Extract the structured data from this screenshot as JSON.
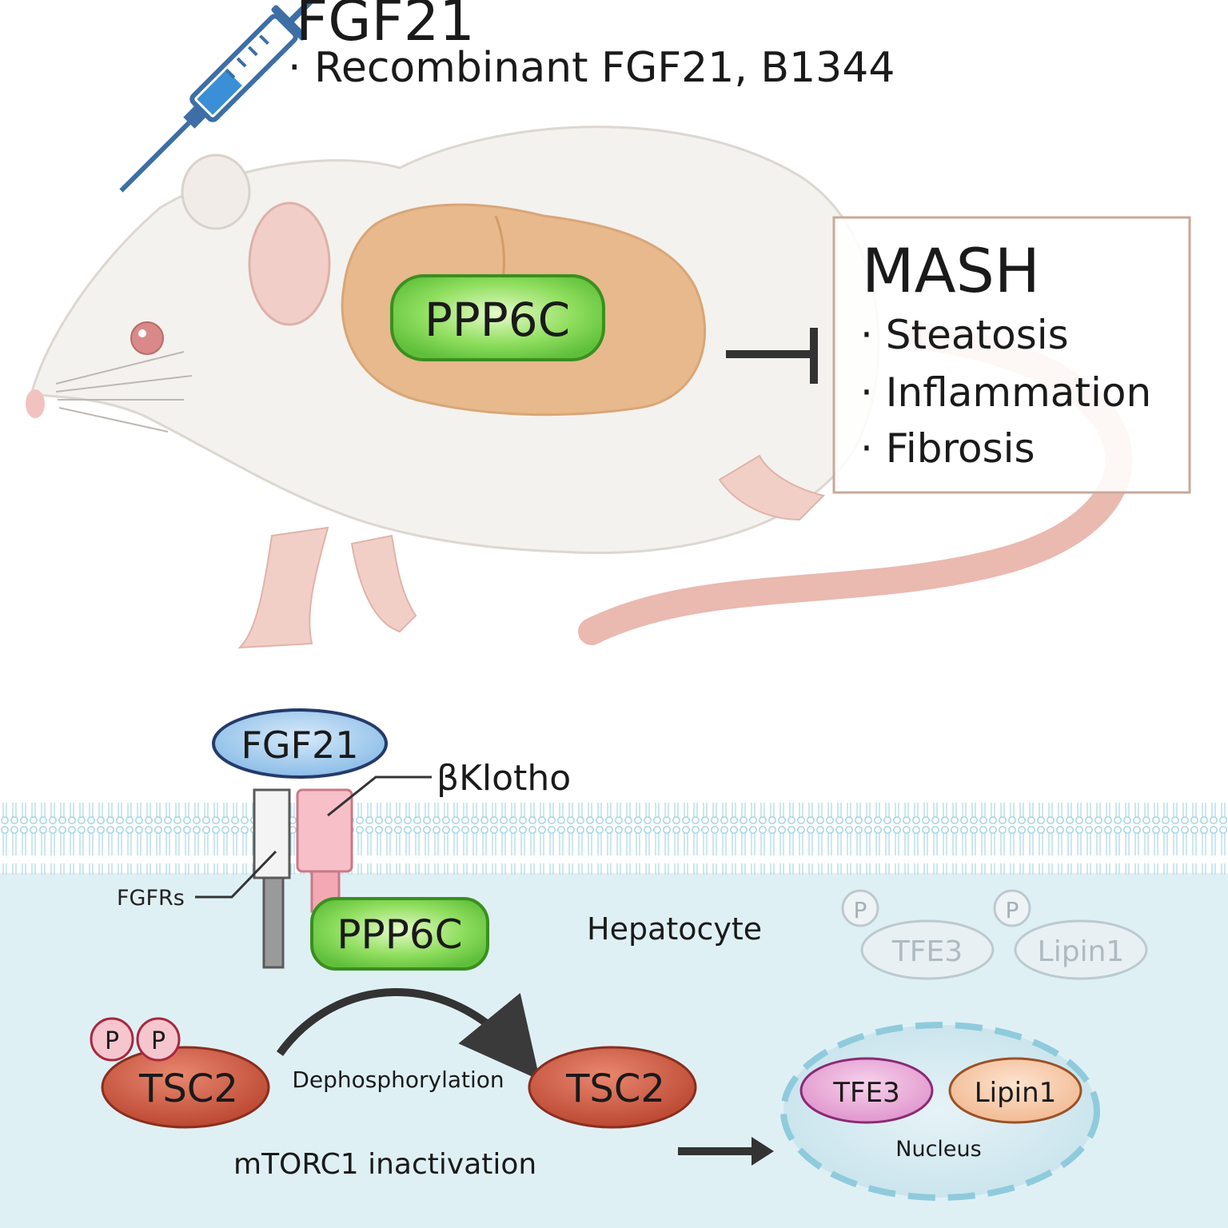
{
  "top": {
    "title": "FGF21",
    "subtitle": "· Recombinant FGF21, B1344",
    "liver_label": "PPP6C"
  },
  "mash_box": {
    "title": "MASH",
    "items": [
      "· Steatosis",
      "· Inflammation",
      "· Fibrosis"
    ]
  },
  "pathway": {
    "ligand": "FGF21",
    "coreceptor": "βKlotho",
    "receptors": "FGFRs",
    "phosphatase": "PPP6C",
    "cell_label": "Hepatocyte",
    "phospho_symbol": "P",
    "cyto_tfe3": "TFE3",
    "cyto_lipin1": "Lipin1",
    "tsc2_left": "TSC2",
    "tsc2_right": "TSC2",
    "dephos_label": "Dephosphorylation",
    "mtorc1_label": "mTORC1 inactivation",
    "nuclear_tfe3": "TFE3",
    "nuclear_lipin1": "Lipin1",
    "nucleus_label": "Nucleus"
  },
  "colors": {
    "green": "#7ed957",
    "green_border": "#3a8f1f",
    "liver": "#e8b98a",
    "cell_bg": "#dff0f5",
    "tsc2": "#c9503a",
    "tfe3": "#e89ad0",
    "lipin1": "#f5c3a0",
    "fgf21_ellipse": "#8fc0e8"
  }
}
